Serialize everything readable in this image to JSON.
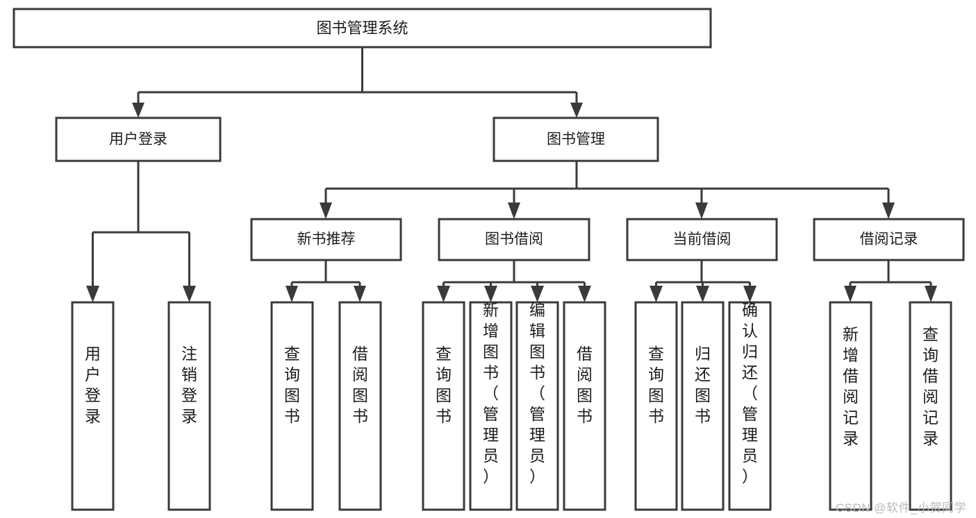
{
  "diagram": {
    "type": "tree",
    "title": "图书管理系统",
    "orientation": "top-down",
    "colors": {
      "stroke": "#3a3a3a",
      "fill": "#ffffff",
      "text": "#1c1c1c",
      "watermark": "#b9b9b9"
    },
    "root": {
      "label": "图书管理系统"
    },
    "level2": [
      {
        "label": "用户登录"
      },
      {
        "label": "图书管理"
      }
    ],
    "level3": [
      {
        "label": "新书推荐"
      },
      {
        "label": "图书借阅"
      },
      {
        "label": "当前借阅"
      },
      {
        "label": "借阅记录"
      }
    ],
    "leaves": {
      "user_login": [
        {
          "label": "用户登录"
        },
        {
          "label": "注销登录"
        }
      ],
      "new_book_recommend": [
        {
          "label": "查询图书"
        },
        {
          "label": "借阅图书"
        }
      ],
      "book_borrow": [
        {
          "label": "查询图书"
        },
        {
          "label": "新增图书（管理员）"
        },
        {
          "label": "编辑图书（管理员）"
        },
        {
          "label": "借阅图书"
        }
      ],
      "current_borrow": [
        {
          "label": "查询图书"
        },
        {
          "label": "归还图书"
        },
        {
          "label": "确认归还（管理员）"
        }
      ],
      "borrow_record": [
        {
          "label": "新增借阅记录"
        },
        {
          "label": "查询借阅记录"
        }
      ]
    }
  },
  "watermark": {
    "text": "CSDN @软件_小贺同学"
  }
}
